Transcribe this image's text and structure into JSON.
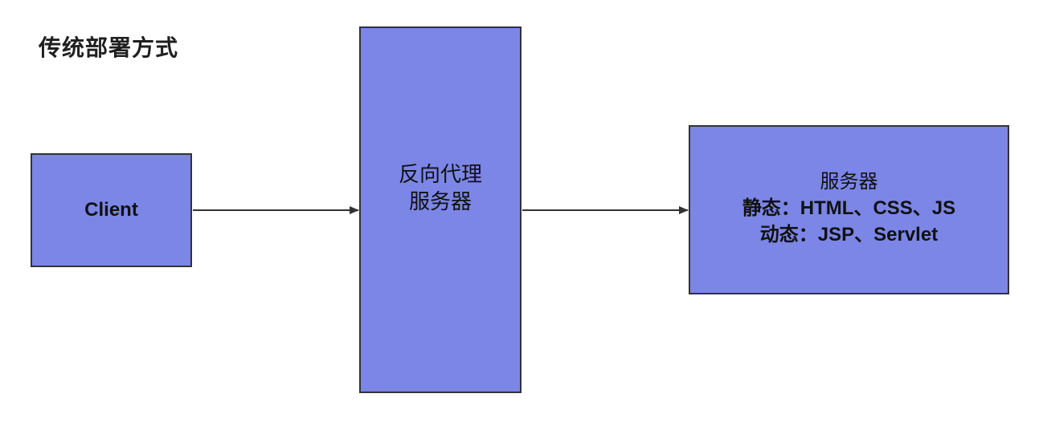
{
  "title": "传统部署方式",
  "nodes": {
    "client": {
      "label": "Client"
    },
    "proxy": {
      "lines": [
        "反向代理",
        "服务器"
      ]
    },
    "server": {
      "lines": [
        "服务器",
        "静态：HTML、CSS、JS",
        "动态：JSP、Servlet"
      ]
    }
  },
  "colors": {
    "box_fill": "#7b86e6",
    "box_border": "#333333",
    "arrow": "#333333",
    "text": "#111111"
  },
  "edges": [
    {
      "from": "client",
      "to": "proxy"
    },
    {
      "from": "proxy",
      "to": "server"
    }
  ]
}
